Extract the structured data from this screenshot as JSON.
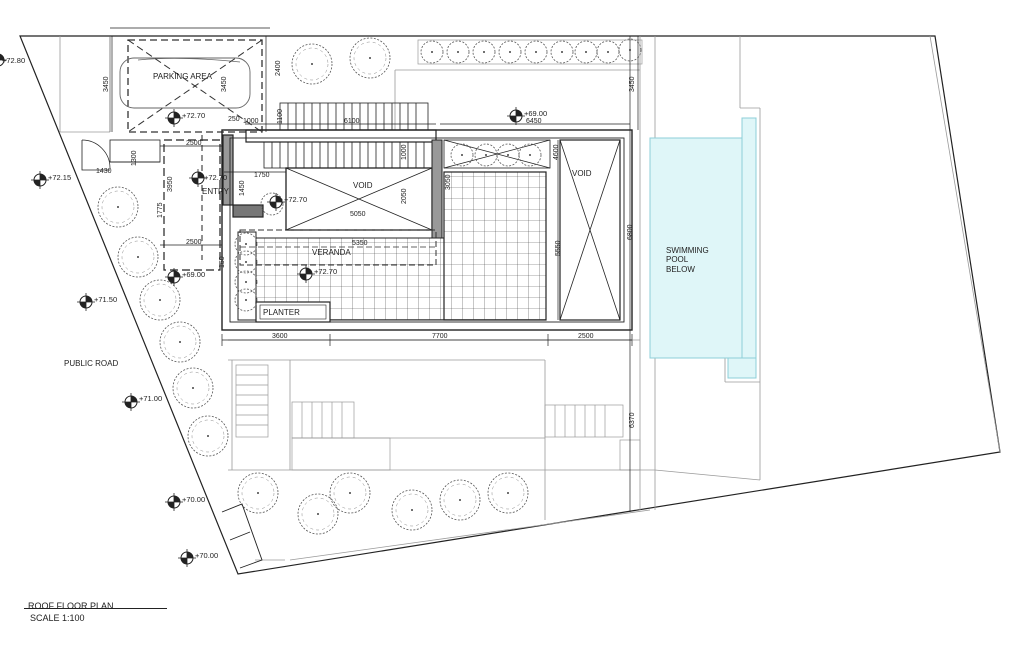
{
  "drawing": {
    "title": "ROOF FLOOR PLAN",
    "scale": "SCALE 1:100"
  },
  "labels": {
    "parking": "PARKING AREA",
    "entry": "ENTRY",
    "void_left": "VOID",
    "void_right": "VOID",
    "veranda": "VERANDA",
    "planter": "PLANTER",
    "pool_line1": "SWIMMING",
    "pool_line2": "POOL",
    "pool_line3": "BELOW",
    "public_road": "PUBLIC ROAD"
  },
  "levels": {
    "l7280": "+72.80",
    "l7270a": "+72.70",
    "l7215": "+72.15",
    "l7270b": "+72.70",
    "l7270c": "+72.70",
    "l7270d": "+72.70",
    "l6900a": "+69.00",
    "l6900b": "+69.00",
    "l7150": "+71.50",
    "l7100": "+71.00",
    "l7000a": "+70.00",
    "l7000b": "+70.00"
  },
  "dims": {
    "d3450a": "3450",
    "d2400": "2400",
    "d3450b": "3450",
    "d3450c": "3450",
    "d250": "250",
    "d1000": "1000",
    "d1100": "1100",
    "d6100": "6100",
    "d6450": "6450",
    "d2500a": "2500",
    "d1300": "1300",
    "d1430": "1430",
    "d3950": "3950",
    "d1750": "1750",
    "d1450": "1450",
    "d1775": "1775",
    "d1000b": "1000",
    "d3050": "3050",
    "d2050": "2050",
    "d4600": "4600",
    "d5050": "5050",
    "d6800": "6800",
    "d2500b": "2500",
    "d5350": "5350",
    "d5550": "5550",
    "d150": "150",
    "d3600": "3600",
    "d7700": "7700",
    "d2500c": "2500",
    "d6370": "6370"
  },
  "colors": {
    "line": "#222222",
    "light_line": "#9a9a9a",
    "pool_fill": "#dff6f8",
    "pool_edge": "#8ccfd8"
  }
}
